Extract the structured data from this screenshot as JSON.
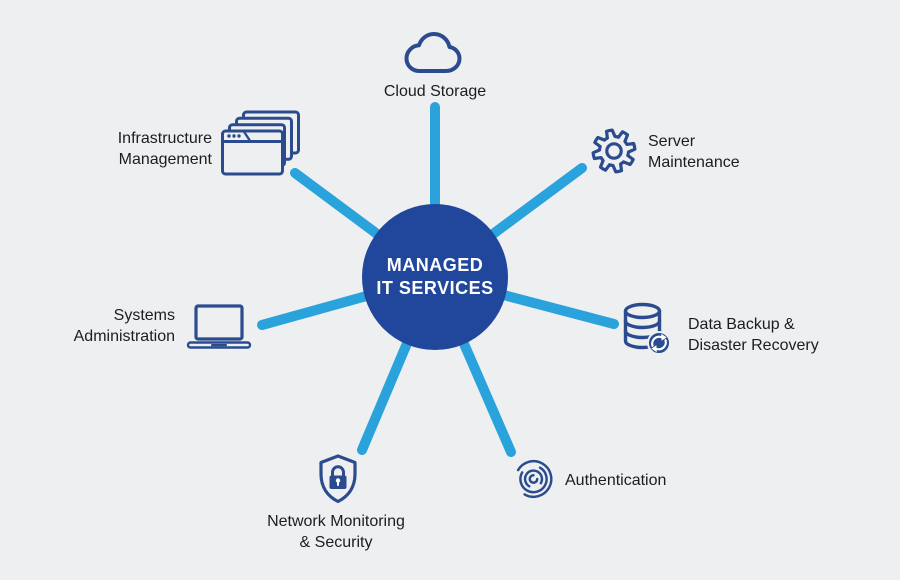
{
  "colors": {
    "background": "#edeff1",
    "hub": "#21479c",
    "spoke": "#2aa2db",
    "icon": "#2b4b8f",
    "label": "#1d1d1f",
    "hub_text": "#ffffff"
  },
  "hub": {
    "lines": [
      "MANAGED",
      "IT SERVICES"
    ]
  },
  "nodes": [
    {
      "id": "cloud-storage",
      "icon": "cloud-icon",
      "lines": [
        "Cloud Storage"
      ]
    },
    {
      "id": "server-maintenance",
      "icon": "gear-icon",
      "lines": [
        "Server",
        "Maintenance"
      ]
    },
    {
      "id": "data-backup-disaster-recovery",
      "icon": "database-sync-icon",
      "lines": [
        "Data Backup &",
        "Disaster Recovery"
      ]
    },
    {
      "id": "authentication",
      "icon": "fingerprint-icon",
      "lines": [
        "Authentication"
      ]
    },
    {
      "id": "network-monitoring-security",
      "icon": "shield-lock-icon",
      "lines": [
        "Network Monitoring",
        "& Security"
      ]
    },
    {
      "id": "systems-administration",
      "icon": "laptop-icon",
      "lines": [
        "Systems",
        "Administration"
      ]
    },
    {
      "id": "infrastructure-management",
      "icon": "windows-stack-icon",
      "lines": [
        "Infrastructure",
        "Management"
      ]
    }
  ]
}
